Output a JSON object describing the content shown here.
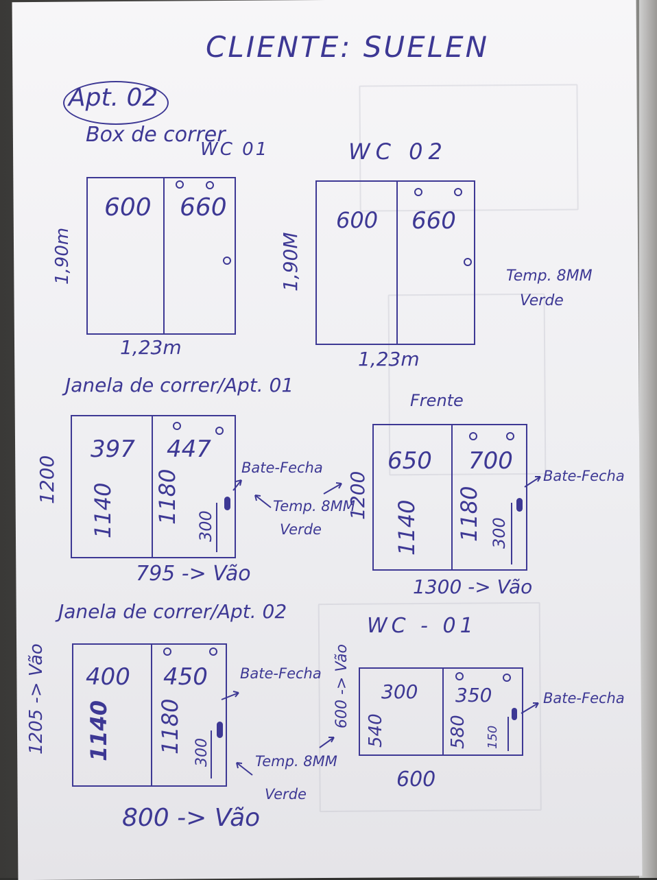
{
  "header": {
    "title": "CLIENTE: SUELEN",
    "apartment": "Apt. 02"
  },
  "box_section": {
    "title": "Box de correr",
    "wc01": {
      "label": "WC 01",
      "left": "600",
      "right": "660",
      "height": "1,90m",
      "width": "1,23m"
    },
    "wc02": {
      "label": "WC 02",
      "left": "600",
      "right": "660",
      "height": "1,90M",
      "width": "1,23m"
    },
    "glass_note_1": "Temp. 8MM",
    "glass_note_2": "Verde"
  },
  "window_apt01": {
    "title": "Janela de correr/Apt. 01",
    "side": {
      "left_w": "397",
      "right_w": "447",
      "left_h": "1140",
      "right_h": "1180",
      "total_h": "1200",
      "latch_h": "300",
      "width": "795 -> Vão",
      "latch": "Bate-Fecha",
      "glass_1": "Temp. 8MM",
      "glass_2": "Verde"
    },
    "front": {
      "label": "Frente",
      "left_w": "650",
      "right_w": "700",
      "left_h": "1140",
      "right_h": "1180",
      "total_h": "1200",
      "latch_h": "300",
      "width": "1300 -> Vão",
      "latch": "Bate-Fecha"
    }
  },
  "window_apt02": {
    "title": "Janela de correr/Apt. 02",
    "side": {
      "left_w": "400",
      "right_w": "450",
      "left_h": "1140",
      "right_h": "1180",
      "total_h": "1205 -> Vão",
      "latch_h": "300",
      "width": "800 -> Vão",
      "latch": "Bate-Fecha",
      "glass_1": "Temp. 8MM",
      "glass_2": "Verde"
    },
    "wc01": {
      "label": "WC - 01",
      "left_w": "300",
      "right_w": "350",
      "left_h": "540",
      "right_h": "580",
      "total_h": "600 -> Vão",
      "latch_h": "150",
      "width": "600",
      "latch": "Bate-Fecha"
    }
  },
  "colors": {
    "ink": "#3d3894",
    "paper": "#f3f2f5"
  }
}
